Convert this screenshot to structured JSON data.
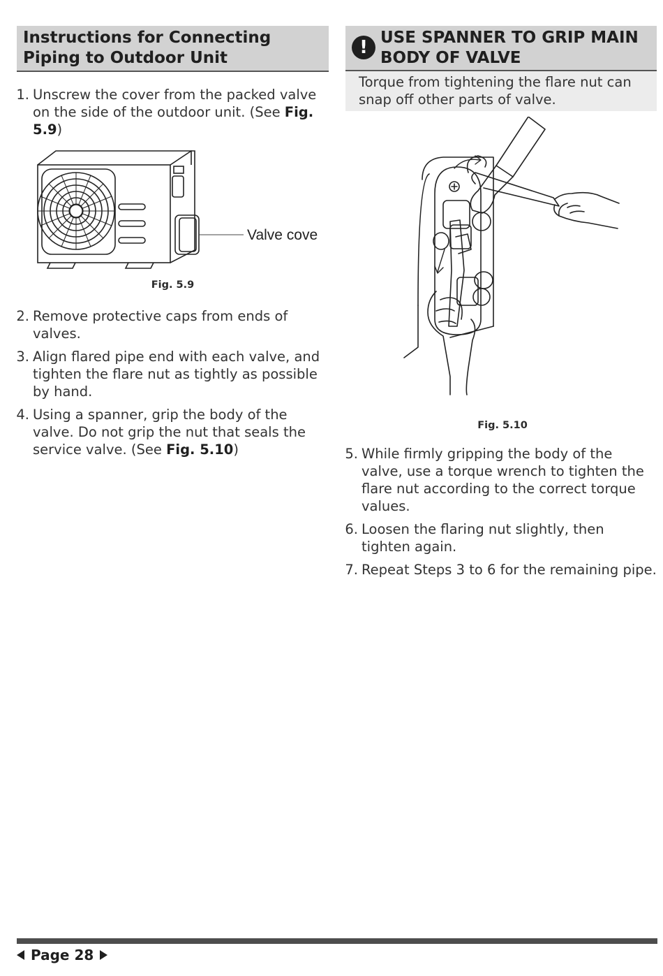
{
  "left": {
    "title": "Instructions for Connecting Piping to Outdoor Unit",
    "steps_a": [
      {
        "n": "1.",
        "pre": "Unscrew the cover from the packed valve on the side of the outdoor unit. (See ",
        "ref": "Fig. 5.9",
        "post": ")"
      }
    ],
    "figure_label": "Valve cove",
    "figure_caption": "Fig. 5.9",
    "steps_b": [
      {
        "n": "2.",
        "pre": "Remove protective caps from ends of valves.",
        "ref": "",
        "post": ""
      },
      {
        "n": "3.",
        "pre": "Align flared pipe end with each valve, and tighten the flare nut as tightly as possible by hand.",
        "ref": "",
        "post": ""
      },
      {
        "n": "4.",
        "pre": "Using a spanner, grip the body of the valve. Do not grip the nut that seals the service valve. (See ",
        "ref": "Fig. 5.10",
        "post": ")"
      }
    ]
  },
  "right": {
    "caution_title": "USE SPANNER TO GRIP MAIN BODY OF VALVE",
    "caution_icon": "exclamation-icon",
    "caution_text": "Torque from tightening the flare nut can snap off other parts of valve.",
    "figure_caption": "Fig. 5.10",
    "steps": [
      {
        "n": "5.",
        "text": "While firmly gripping the body of the valve, use a torque wrench to tighten the flare nut according to the correct torque values."
      },
      {
        "n": "6.",
        "text": "Loosen the flaring nut slightly, then tighten again."
      },
      {
        "n": "7.",
        "text": "Repeat Steps 3 to 6 for the remaining pipe."
      }
    ]
  },
  "footer": {
    "page_label": "Page 28",
    "prev_icon": "triangle-left-icon",
    "next_icon": "triangle-right-icon"
  },
  "colors": {
    "header_bg": "#d2d2d2",
    "caution_body_bg": "#ececec",
    "footer_bar": "#4d4d4d"
  }
}
